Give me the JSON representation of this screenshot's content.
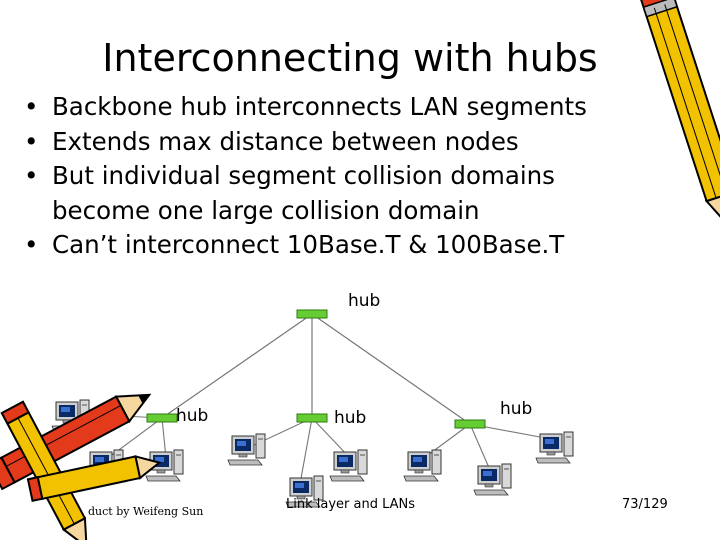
{
  "slide": {
    "title": "Interconnecting with hubs",
    "bullets": [
      "Backbone hub interconnects LAN segments",
      "Extends max distance between nodes",
      "But individual segment collision domains become one large collision domain",
      "Can’t interconnect 10Base.T & 100Base.T"
    ]
  },
  "diagram": {
    "backbone_label": "hub",
    "hub_labels": [
      "hub",
      "hub",
      "hub"
    ]
  },
  "footer": {
    "left": "duct by Weifeng Sun",
    "center": "Link layer and LANs",
    "page": "73/129"
  },
  "colors": {
    "hub": "#66cc33",
    "pencil_body": "#f2c200",
    "pencil_red": "#e23a1a"
  },
  "icons": [
    "pencil-icon",
    "computer-icon"
  ]
}
